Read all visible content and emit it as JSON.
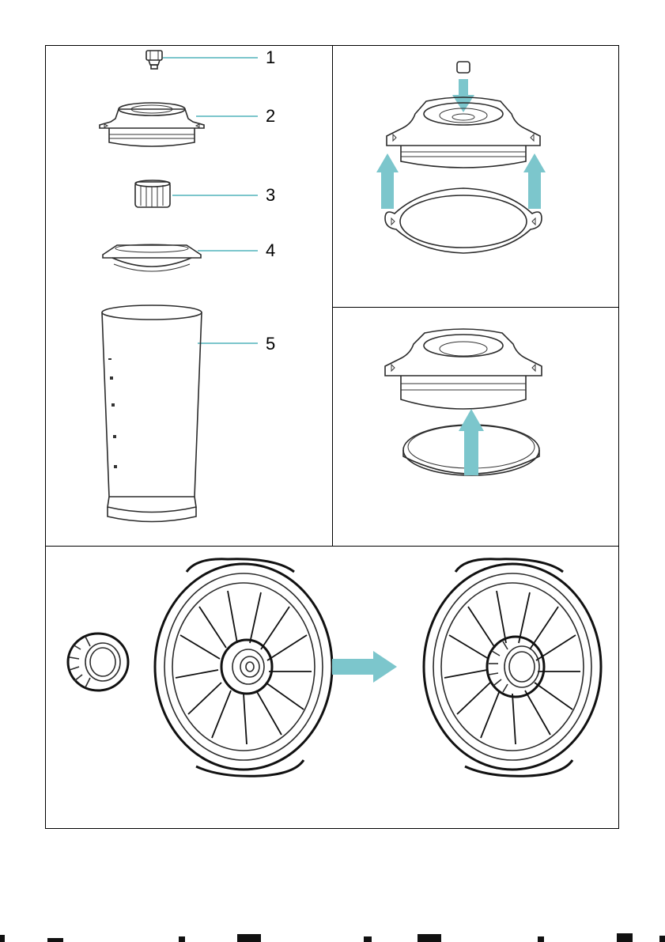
{
  "colors": {
    "accent_arrow": "#7cc6cc",
    "leader_line": "#7cc6cc",
    "outline": "#2b2b2b",
    "border": "#000000"
  },
  "parts": [
    {
      "number": "1",
      "icon": "nut-icon"
    },
    {
      "number": "2",
      "icon": "lid-icon"
    },
    {
      "number": "3",
      "icon": "coupler-icon"
    },
    {
      "number": "4",
      "icon": "blade-unit-icon"
    },
    {
      "number": "5",
      "icon": "beaker-jug-icon"
    }
  ],
  "steps": [
    {
      "panel": "lid-top",
      "icon": "lid-assembly-up-arrows-icon"
    },
    {
      "panel": "lid-seal",
      "icon": "lid-seal-ring-icon"
    },
    {
      "panel": "blade",
      "icon": "blade-coupler-insert-icon"
    }
  ]
}
